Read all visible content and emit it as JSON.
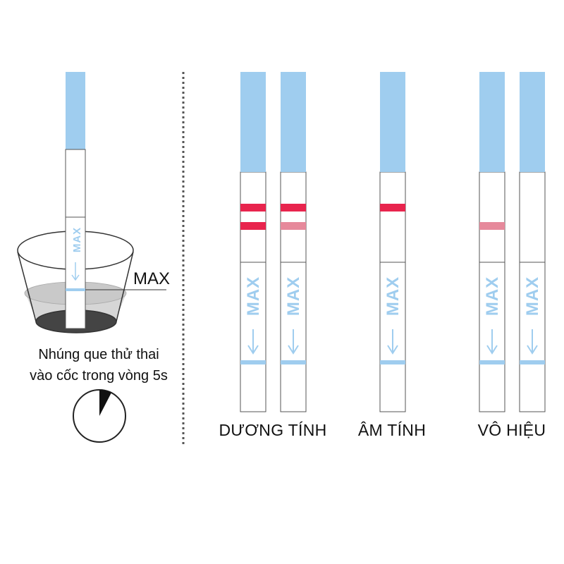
{
  "colors": {
    "strip_blue": "#9fcdef",
    "max_text": "#9fcdef",
    "control_line": "#e8244d",
    "faint_line": "#e6899b",
    "outline": "#333333",
    "liquid": "#d6d6d6"
  },
  "cup": {
    "max_label": "MAX",
    "strip_text": "MAX",
    "instruction_line1": "Nhúng que thử thai",
    "instruction_line2": "vào cốc trong vòng 5s",
    "timer": "clock-icon"
  },
  "groups": {
    "positive": {
      "label": "DƯƠNG TÍNH"
    },
    "negative": {
      "label": "ÂM TÍNH"
    },
    "invalid": {
      "label": "VÔ HIỆU"
    }
  },
  "strip_text": "MAX"
}
